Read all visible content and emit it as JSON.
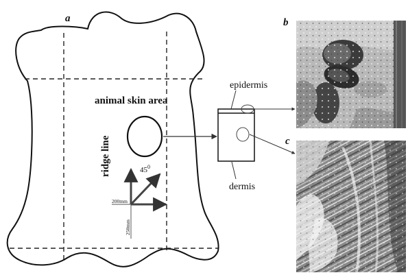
{
  "panel_labels": {
    "a": "a",
    "b": "b",
    "c": "c"
  },
  "labels": {
    "animal_skin_area": "animal skin area",
    "ridge_line": "ridge line",
    "epidermis": "epidermis",
    "dermis": "dermis",
    "angle": "45",
    "angle_unit": "0",
    "dim_horizontal": "200mm",
    "dim_vertical": "250mm"
  },
  "colors": {
    "ink": "#111111",
    "photo_dark": "#2e2e2e",
    "photo_light": "#d8d8d8"
  }
}
